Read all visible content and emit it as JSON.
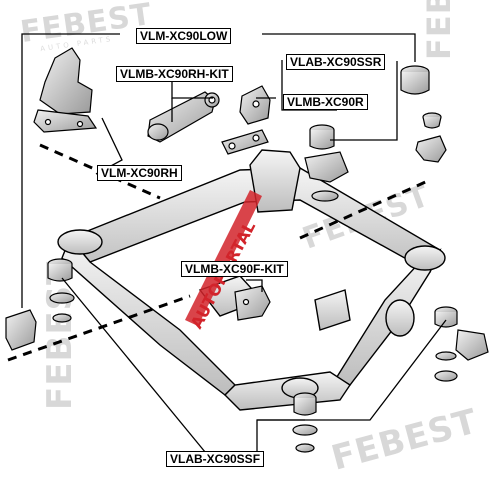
{
  "parts": {
    "vlm_xc90low": "VLM-XC90LOW",
    "vlmb_xc90rh_kit": "VLMB-XC90RH-KIT",
    "vlab_xc90ssr": "VLAB-XC90SSR",
    "vlmb_xc90r": "VLMB-XC90R",
    "vlm_xc90rh": "VLM-XC90RH",
    "vlmb_xc90f_kit": "VLMB-XC90F-KIT",
    "vlab_xc90ssf": "VLAB-XC90SSF"
  },
  "watermark": {
    "brand": "FEBEST",
    "sub": "AUTO PARTS",
    "overlay": "AUTOPORTAL"
  },
  "colors": {
    "line": "#000000",
    "part_fill": "#d9d9d9",
    "part_shadow": "#9a9a9a",
    "watermark": "#d8d8d8",
    "overlay_red": "#d2232a"
  }
}
